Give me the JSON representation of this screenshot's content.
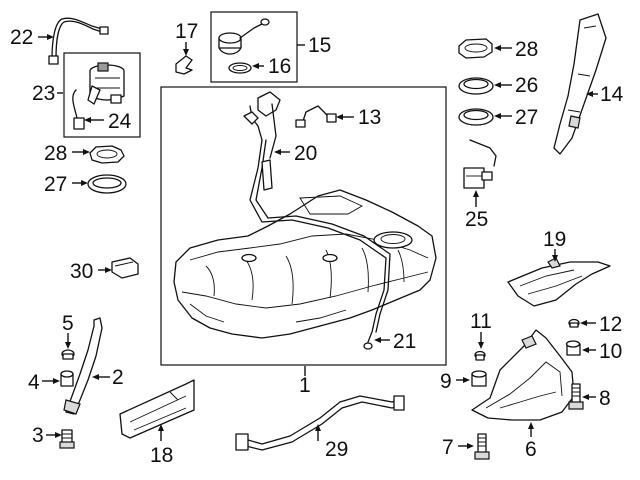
{
  "callouts": {
    "c1": "1",
    "c2": "2",
    "c3": "3",
    "c4": "4",
    "c5": "5",
    "c6": "6",
    "c7": "7",
    "c8": "8",
    "c9": "9",
    "c10": "10",
    "c11": "11",
    "c12": "12",
    "c13": "13",
    "c14": "14",
    "c15": "15",
    "c16": "16",
    "c17": "17",
    "c18": "18",
    "c19": "19",
    "c20": "20",
    "c21": "21",
    "c22": "22",
    "c23": "23",
    "c24": "24",
    "c25": "25",
    "c26": "26",
    "c27a": "27",
    "c27b": "27",
    "c28a": "28",
    "c28b": "28",
    "c29": "29",
    "c30": "30"
  }
}
